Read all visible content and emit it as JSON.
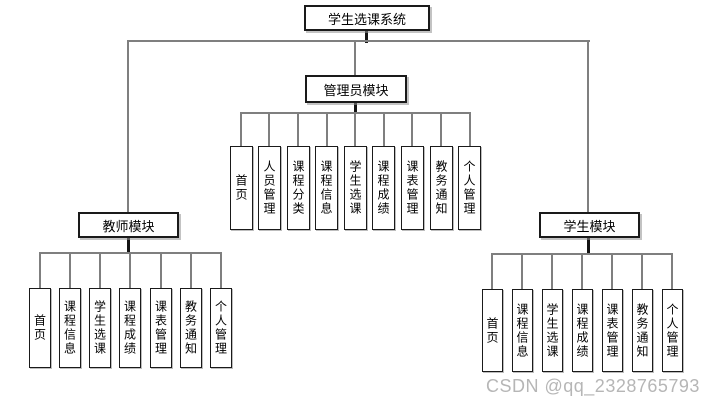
{
  "watermark": "CSDN @qq_2328765793",
  "colors": {
    "background": "#ffffff",
    "line": "#7f7f7f",
    "stub": "#141414",
    "box_border": "#1a1a1a",
    "watermark": "#b6b6b6"
  },
  "tree": {
    "root": {
      "label": "学生选课系统"
    },
    "modules": [
      {
        "id": "admin",
        "label": "管理员模块",
        "children": [
          "首页",
          "人员管理",
          "课程分类",
          "课程信息",
          "学生选课",
          "课程成绩",
          "课表管理",
          "教务通知",
          "个人管理"
        ]
      },
      {
        "id": "teacher",
        "label": "教师模块",
        "children": [
          "首页",
          "课程信息",
          "学生选课",
          "课程成绩",
          "课表管理",
          "教务通知",
          "个人管理"
        ]
      },
      {
        "id": "student",
        "label": "学生模块",
        "children": [
          "首页",
          "课程信息",
          "学生选课",
          "课程成绩",
          "课表管理",
          "教务通知",
          "个人管理"
        ]
      }
    ]
  }
}
